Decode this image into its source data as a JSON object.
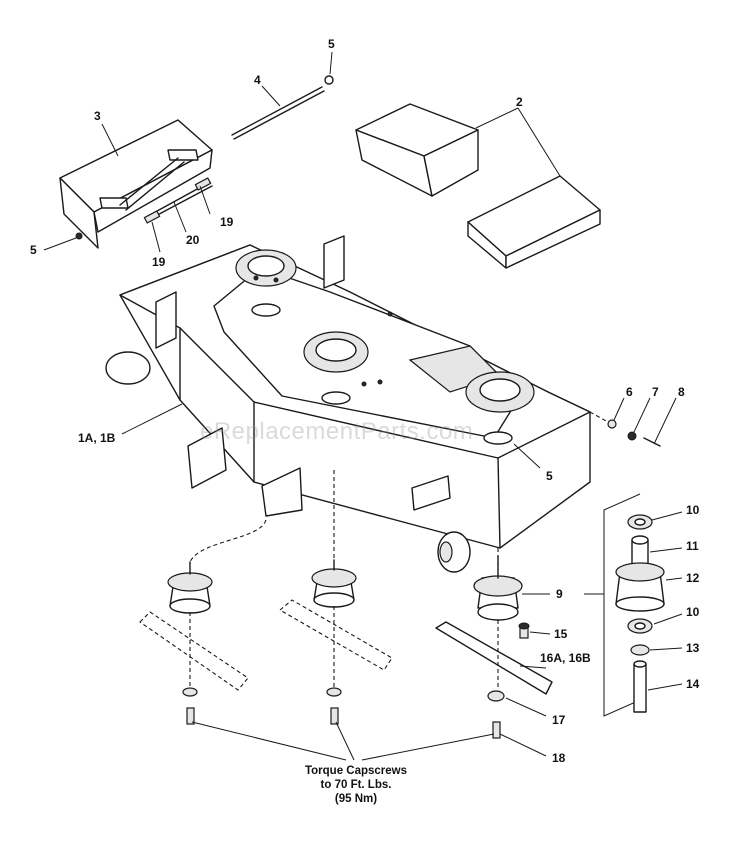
{
  "callouts": {
    "c5_top": "5",
    "c4": "4",
    "c3": "3",
    "c2": "2",
    "c19_right": "19",
    "c20": "20",
    "c5_left": "5",
    "c19_left": "19",
    "c1": "1A, 1B",
    "c6": "6",
    "c7": "7",
    "c8": "8",
    "c5_right": "5",
    "c10_top": "10",
    "c11": "11",
    "c12": "12",
    "c9": "9",
    "c10_bottom": "10",
    "c15": "15",
    "c13": "13",
    "c16": "16A, 16B",
    "c14": "14",
    "c17": "17",
    "c18": "18"
  },
  "note": {
    "line1": "Torque Capscrews",
    "line2": "to 70 Ft. Lbs.",
    "line3": "(95 Nm)"
  },
  "watermark": "eReplacementParts.com"
}
